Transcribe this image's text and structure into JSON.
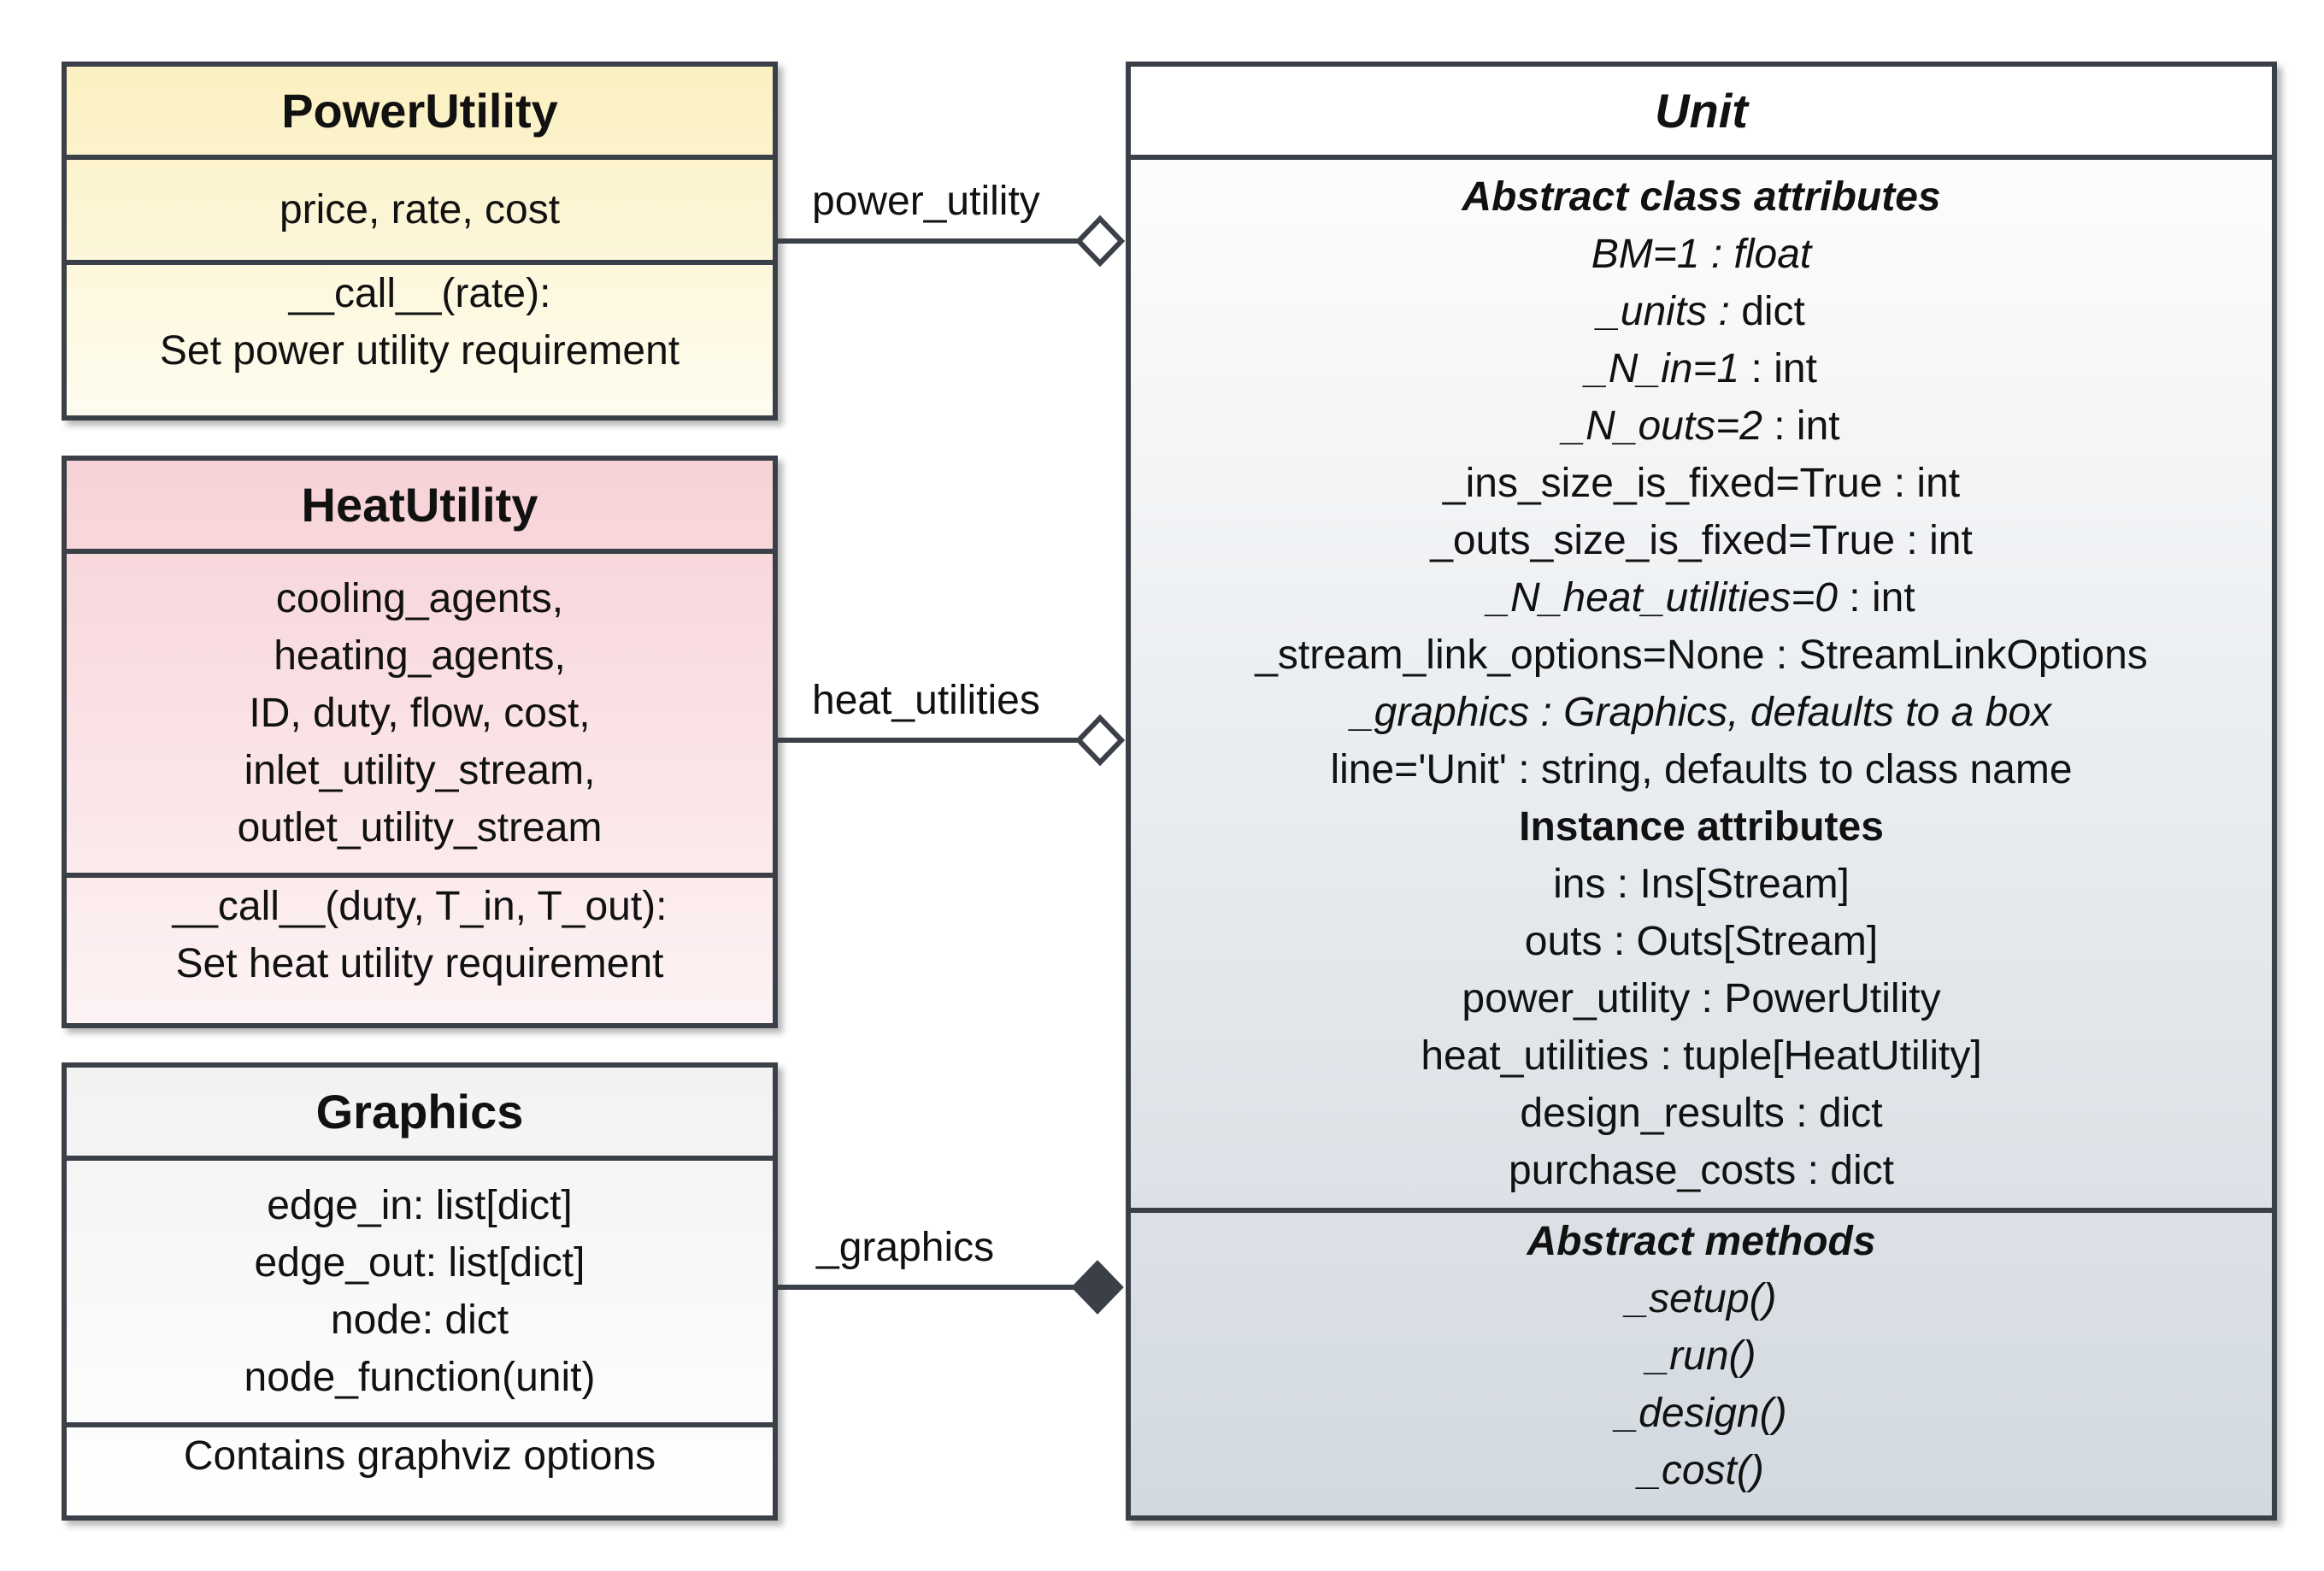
{
  "classes": {
    "power_utility": {
      "name": "PowerUtility",
      "attributes": [
        "price, rate, cost"
      ],
      "methods": [
        "__call__(rate):",
        "Set power utility requirement"
      ]
    },
    "heat_utility": {
      "name": "HeatUtility",
      "attributes": [
        "cooling_agents,",
        "heating_agents,",
        "ID, duty, flow, cost,",
        "inlet_utility_stream,",
        "outlet_utility_stream"
      ],
      "methods": [
        "__call__(duty, T_in, T_out):",
        "Set heat utility requirement"
      ]
    },
    "graphics": {
      "name": "Graphics",
      "attributes": [
        "edge_in: list[dict]",
        "edge_out: list[dict]",
        "node: dict",
        "node_function(unit)"
      ],
      "methods": [
        "Contains graphviz options"
      ]
    },
    "unit": {
      "name": "Unit",
      "abstract_attrs_heading": "Abstract class attributes",
      "abstract_attrs": [
        {
          "a": "BM=1 : float",
          "b": ""
        },
        {
          "a": "_units :",
          "b": " dict"
        },
        {
          "a": "_N_in=1",
          "b": " : int"
        },
        {
          "a": "_N_outs=2",
          "b": " : int"
        },
        {
          "a": "",
          "b": "_ins_size_is_fixed=True : int"
        },
        {
          "a": "",
          "b": "_outs_size_is_fixed=True : int"
        },
        {
          "a": "_N_heat_utilities=0",
          "b": " : int"
        },
        {
          "a": "",
          "b": "_stream_link_options=None : StreamLinkOptions"
        },
        {
          "a": "_graphics : Graphics, defaults to a box",
          "b": ""
        },
        {
          "a": "",
          "b": "line='Unit' : string, defaults to class name"
        }
      ],
      "instance_attrs_heading": "Instance attributes",
      "instance_attrs": [
        "ins : Ins[Stream]",
        "outs : Outs[Stream]",
        "power_utility : PowerUtility",
        "heat_utilities : tuple[HeatUtility]",
        "design_results : dict",
        "purchase_costs : dict"
      ],
      "abstract_methods_heading": "Abstract methods",
      "abstract_methods": [
        "_setup()",
        "_run()",
        "_design()",
        "_cost()"
      ]
    }
  },
  "connectors": [
    {
      "label": "power_utility",
      "kind": "aggregation"
    },
    {
      "label": "heat_utilities",
      "kind": "aggregation"
    },
    {
      "label": "_graphics",
      "kind": "composition"
    }
  ],
  "colors": {
    "border": "#3b4048",
    "power_utility_fill": "#fbf0c0",
    "heat_utility_fill": "#f7d2d7",
    "graphics_fill": "#f2f2f2",
    "unit_fill": "#d2d9e0"
  }
}
